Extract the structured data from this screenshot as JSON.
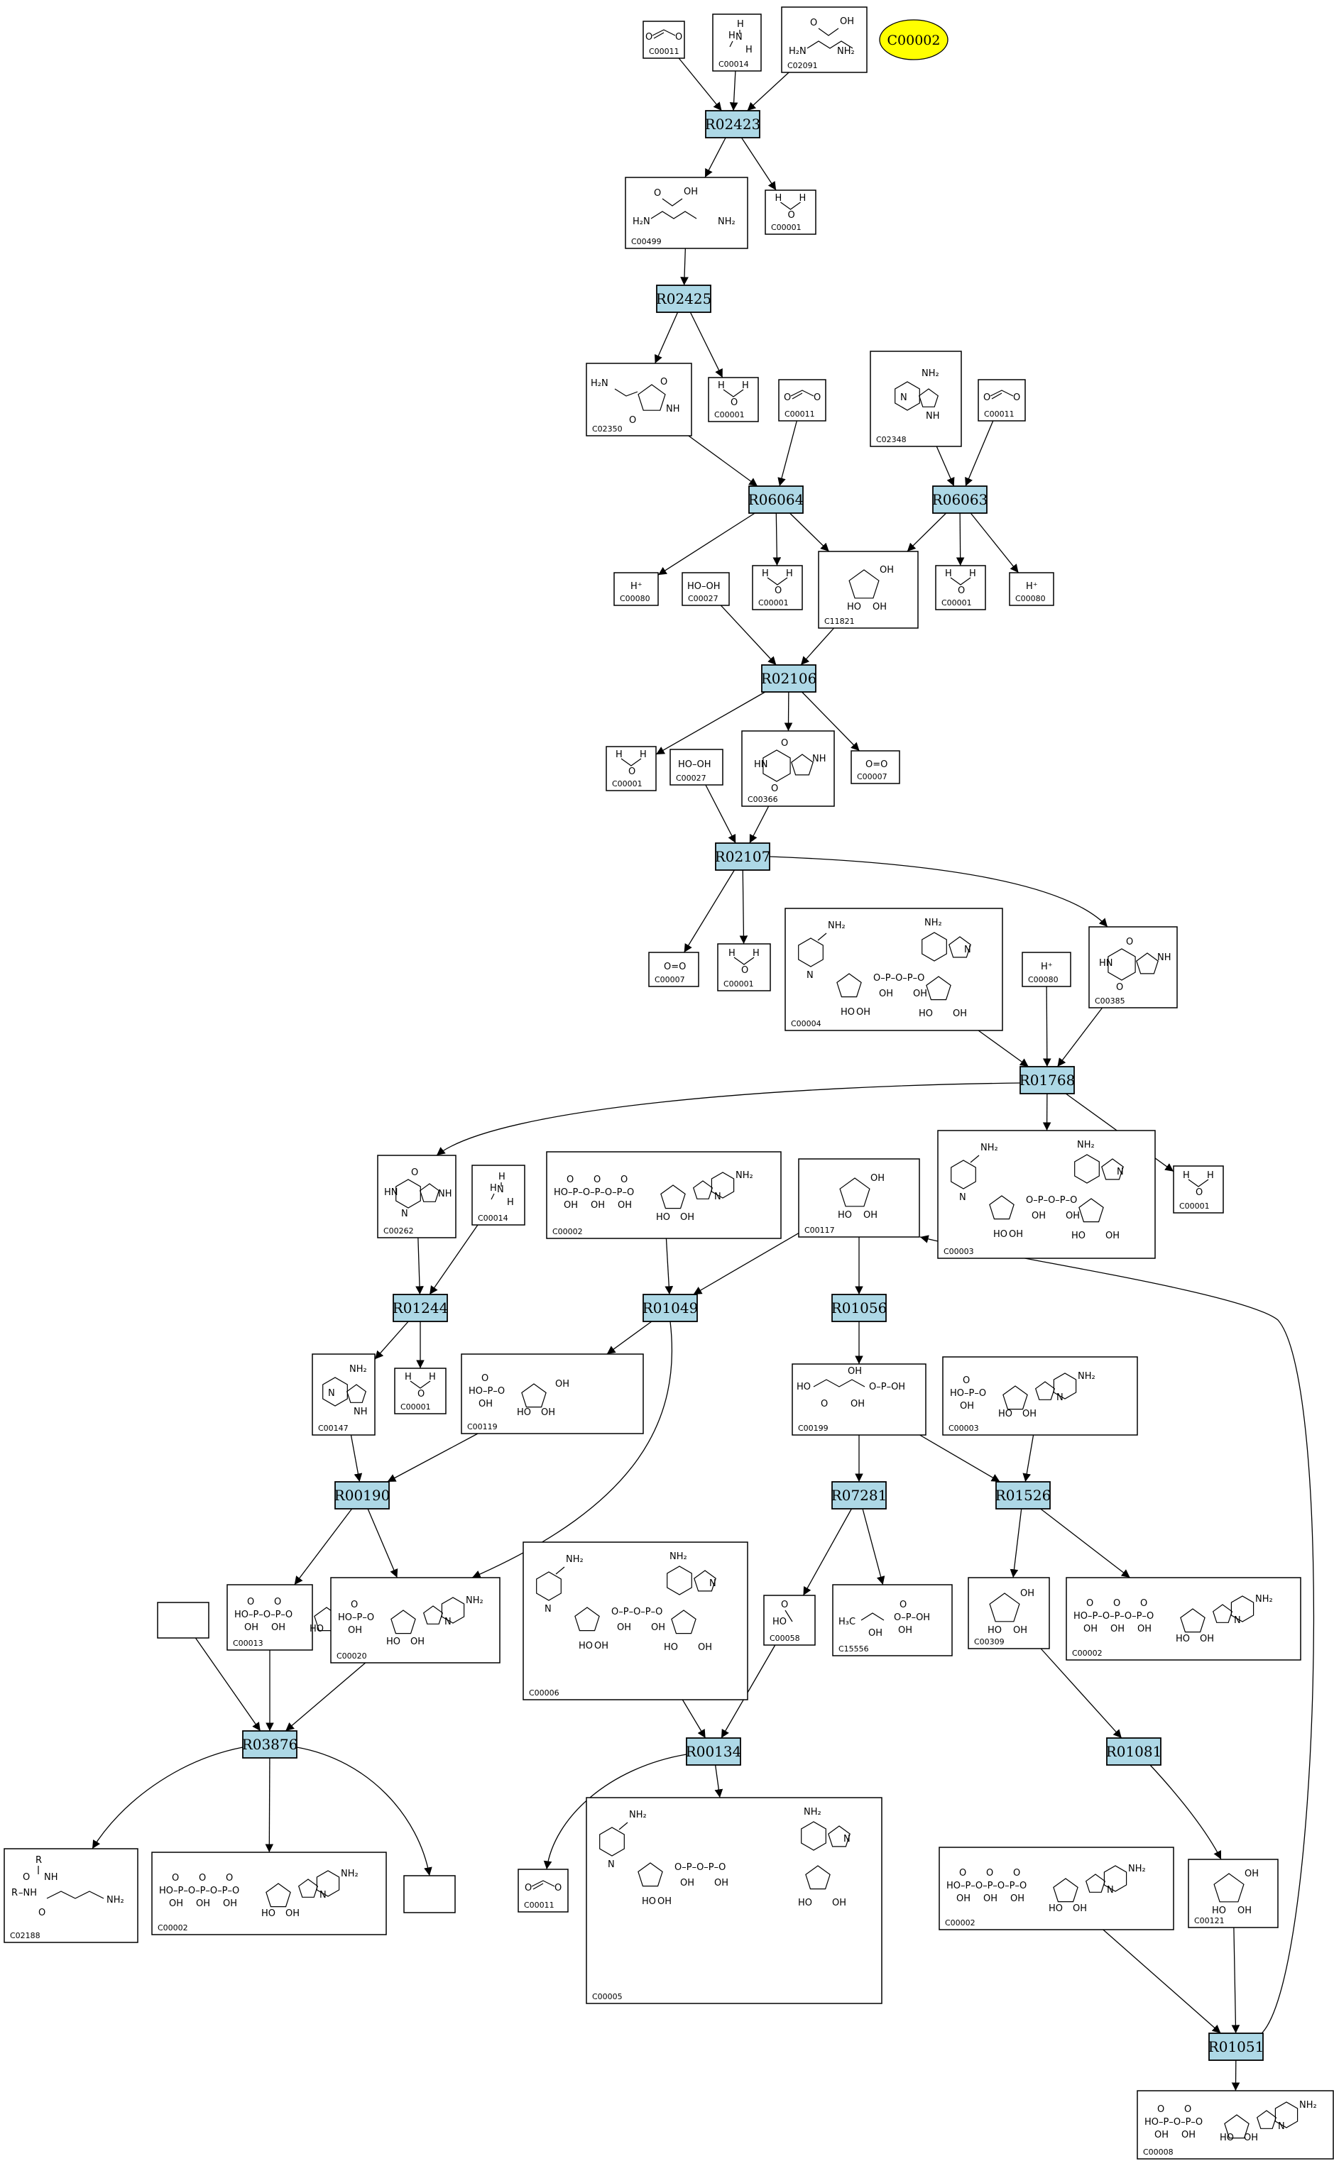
{
  "legend": {
    "label": "C00002",
    "fill": "#ffff00"
  },
  "reaction_fill": "#add8e6",
  "reactions": [
    {
      "id": "R02423",
      "label": "R02423"
    },
    {
      "id": "R02425",
      "label": "R02425"
    },
    {
      "id": "R06064",
      "label": "R06064"
    },
    {
      "id": "R06063",
      "label": "R06063"
    },
    {
      "id": "R02106",
      "label": "R02106"
    },
    {
      "id": "R02107",
      "label": "R02107"
    },
    {
      "id": "R01768",
      "label": "R01768"
    },
    {
      "id": "R01244",
      "label": "R01244"
    },
    {
      "id": "R01049",
      "label": "R01049"
    },
    {
      "id": "R01056",
      "label": "R01056"
    },
    {
      "id": "R00190",
      "label": "R00190"
    },
    {
      "id": "R07281",
      "label": "R07281"
    },
    {
      "id": "R01526",
      "label": "R01526"
    },
    {
      "id": "R03876",
      "label": "R03876"
    },
    {
      "id": "R00134",
      "label": "R00134"
    },
    {
      "id": "R01081",
      "label": "R01081"
    },
    {
      "id": "R01051",
      "label": "R01051"
    }
  ],
  "compounds": [
    {
      "id": "c00011a",
      "label": "C00011",
      "formula": "O=C=O"
    },
    {
      "id": "c00014a",
      "label": "C00014",
      "formula": "NH3"
    },
    {
      "id": "c02091",
      "label": "C02091",
      "formula": "OH H2N NH2"
    },
    {
      "id": "c00499",
      "label": "C00499",
      "formula": "OH H2N NH2"
    },
    {
      "id": "c00001a",
      "label": "C00001",
      "formula": "H2O"
    },
    {
      "id": "c02350",
      "label": "C02350",
      "formula": "H2N NH"
    },
    {
      "id": "c00001b",
      "label": "C00001",
      "formula": "H2O"
    },
    {
      "id": "c00011b",
      "label": "C00011",
      "formula": "O=C=O"
    },
    {
      "id": "c02348",
      "label": "C02348",
      "formula": "NH2"
    },
    {
      "id": "c00011c",
      "label": "C00011",
      "formula": "O=C=O"
    },
    {
      "id": "c00080a",
      "label": "C00080",
      "formula": "H+"
    },
    {
      "id": "c00027a",
      "label": "C00027",
      "formula": "HO-OH"
    },
    {
      "id": "c00001c",
      "label": "C00001",
      "formula": "H2O"
    },
    {
      "id": "c11821",
      "label": "C11821",
      "formula": "OH"
    },
    {
      "id": "c00001d",
      "label": "C00001",
      "formula": "H2O"
    },
    {
      "id": "c00080b",
      "label": "C00080",
      "formula": "H+"
    },
    {
      "id": "c00001e",
      "label": "C00001",
      "formula": "H2O"
    },
    {
      "id": "c00027b",
      "label": "C00027",
      "formula": "HO-OH"
    },
    {
      "id": "c00366",
      "label": "C00366",
      "formula": "NH"
    },
    {
      "id": "c00007a",
      "label": "C00007",
      "formula": "O=O"
    },
    {
      "id": "c00007b",
      "label": "C00007",
      "formula": "O=O"
    },
    {
      "id": "c00001f",
      "label": "C00001",
      "formula": "H2O"
    },
    {
      "id": "c00004",
      "label": "C00004",
      "formula": "NH2 N OH O P"
    },
    {
      "id": "c00080c",
      "label": "C00080",
      "formula": "H+"
    },
    {
      "id": "c00385",
      "label": "C00385",
      "formula": "NH"
    },
    {
      "id": "c00262",
      "label": "C00262",
      "formula": "HN NH"
    },
    {
      "id": "c00014b",
      "label": "C00014",
      "formula": "NH3"
    },
    {
      "id": "c00002a",
      "label": "C00002",
      "formula": "HO-P-O-P-O-P-O NH2"
    },
    {
      "id": "c00117",
      "label": "C00117",
      "formula": "OH"
    },
    {
      "id": "c00003a",
      "label": "C00003",
      "formula": "NH2 N OH O P"
    },
    {
      "id": "c00001g",
      "label": "C00001",
      "formula": "H2O"
    },
    {
      "id": "c00147",
      "label": "C00147",
      "formula": "NH2"
    },
    {
      "id": "c00001h",
      "label": "C00001",
      "formula": "H2O"
    },
    {
      "id": "c00119",
      "label": "C00119",
      "formula": "HO-P OH"
    },
    {
      "id": "c00199",
      "label": "C00199",
      "formula": "HO OH"
    },
    {
      "id": "c00003b",
      "label": "C00003",
      "formula": "HO-P-O NH2"
    },
    {
      "id": "blank1",
      "label": "",
      "formula": ""
    },
    {
      "id": "c00013",
      "label": "C00013",
      "formula": "HO-P-O-P-OH"
    },
    {
      "id": "c00020",
      "label": "C00020",
      "formula": "HO-P-O NH2"
    },
    {
      "id": "c00006",
      "label": "C00006",
      "formula": "NH2 N OH O P"
    },
    {
      "id": "c00058",
      "label": "C00058",
      "formula": "HO"
    },
    {
      "id": "c15556",
      "label": "C15556",
      "formula": "H3C OH"
    },
    {
      "id": "c00309",
      "label": "C00309",
      "formula": "OH"
    },
    {
      "id": "c00002b",
      "label": "C00002",
      "formula": "HO-P-O-P-O-P-O NH2"
    },
    {
      "id": "c02188",
      "label": "C02188",
      "formula": "R NH2"
    },
    {
      "id": "c00002c",
      "label": "C00002",
      "formula": "HO-P-O-P-O-P-O NH2"
    },
    {
      "id": "blank2",
      "label": "",
      "formula": ""
    },
    {
      "id": "c00011d",
      "label": "C00011",
      "formula": "O=C=O"
    },
    {
      "id": "c00005",
      "label": "C00005",
      "formula": "NH2 N OH O P"
    },
    {
      "id": "c00002d",
      "label": "C00002",
      "formula": "HO-P-O-P-O-P-O NH2"
    },
    {
      "id": "c00121",
      "label": "C00121",
      "formula": "OH"
    },
    {
      "id": "c00008",
      "label": "C00008",
      "formula": "HO-P-O-P-O NH2"
    }
  ],
  "edges": [
    [
      "c00011a",
      "R02423"
    ],
    [
      "c00014a",
      "R02423"
    ],
    [
      "c02091",
      "R02423"
    ],
    [
      "R02423",
      "c00499"
    ],
    [
      "R02423",
      "c00001a"
    ],
    [
      "c00499",
      "R02425"
    ],
    [
      "R02425",
      "c02350"
    ],
    [
      "R02425",
      "c00001b"
    ],
    [
      "c02350",
      "R06064"
    ],
    [
      "c00011b",
      "R06064"
    ],
    [
      "c02348",
      "R06063"
    ],
    [
      "c00011c",
      "R06063"
    ],
    [
      "R06064",
      "c00080a"
    ],
    [
      "R06064",
      "c00001c"
    ],
    [
      "R06064",
      "c11821"
    ],
    [
      "R06063",
      "c11821"
    ],
    [
      "R06063",
      "c00001d"
    ],
    [
      "R06063",
      "c00080b"
    ],
    [
      "c00027a",
      "R02106"
    ],
    [
      "c11821",
      "R02106"
    ],
    [
      "R02106",
      "c00001e"
    ],
    [
      "R02106",
      "c00366"
    ],
    [
      "R02106",
      "c00007a"
    ],
    [
      "c00027b",
      "R02107"
    ],
    [
      "c00366",
      "R02107"
    ],
    [
      "R02107",
      "c00007b"
    ],
    [
      "R02107",
      "c00001f"
    ],
    [
      "R02107",
      "c00385"
    ],
    [
      "c00004",
      "R01768"
    ],
    [
      "c00080c",
      "R01768"
    ],
    [
      "c00385",
      "R01768"
    ],
    [
      "R01768",
      "c00262"
    ],
    [
      "R01768",
      "c00003a"
    ],
    [
      "R01768",
      "c00001g"
    ],
    [
      "c00262",
      "R01244"
    ],
    [
      "c00014b",
      "R01244"
    ],
    [
      "c00002a",
      "R01049"
    ],
    [
      "c00117",
      "R01049"
    ],
    [
      "c00117",
      "R01056"
    ],
    [
      "R01244",
      "c00147"
    ],
    [
      "R01244",
      "c00001h"
    ],
    [
      "R01049",
      "c00119"
    ],
    [
      "R01049",
      "c00020"
    ],
    [
      "R01056",
      "c00199"
    ],
    [
      "c00147",
      "R00190"
    ],
    [
      "c00119",
      "R00190"
    ],
    [
      "c00199",
      "R07281"
    ],
    [
      "c00199",
      "R01526"
    ],
    [
      "c00003b",
      "R01526"
    ],
    [
      "R00190",
      "c00013"
    ],
    [
      "R00190",
      "c00020"
    ],
    [
      "R07281",
      "c00058"
    ],
    [
      "R07281",
      "c15556"
    ],
    [
      "R01526",
      "c00309"
    ],
    [
      "R01526",
      "c00002b"
    ],
    [
      "blank1",
      "R03876"
    ],
    [
      "c00013",
      "R03876"
    ],
    [
      "c00020",
      "R03876"
    ],
    [
      "c00006",
      "R00134"
    ],
    [
      "c00058",
      "R00134"
    ],
    [
      "c00309",
      "R01081"
    ],
    [
      "R03876",
      "c02188"
    ],
    [
      "R03876",
      "c00002c"
    ],
    [
      "R03876",
      "blank2"
    ],
    [
      "R00134",
      "c00011d"
    ],
    [
      "R00134",
      "c00005"
    ],
    [
      "R01081",
      "c00121"
    ],
    [
      "c00002d",
      "R01051"
    ],
    [
      "c00121",
      "R01051"
    ],
    [
      "R01051",
      "c00008"
    ],
    [
      "R01051",
      "c00117"
    ]
  ]
}
